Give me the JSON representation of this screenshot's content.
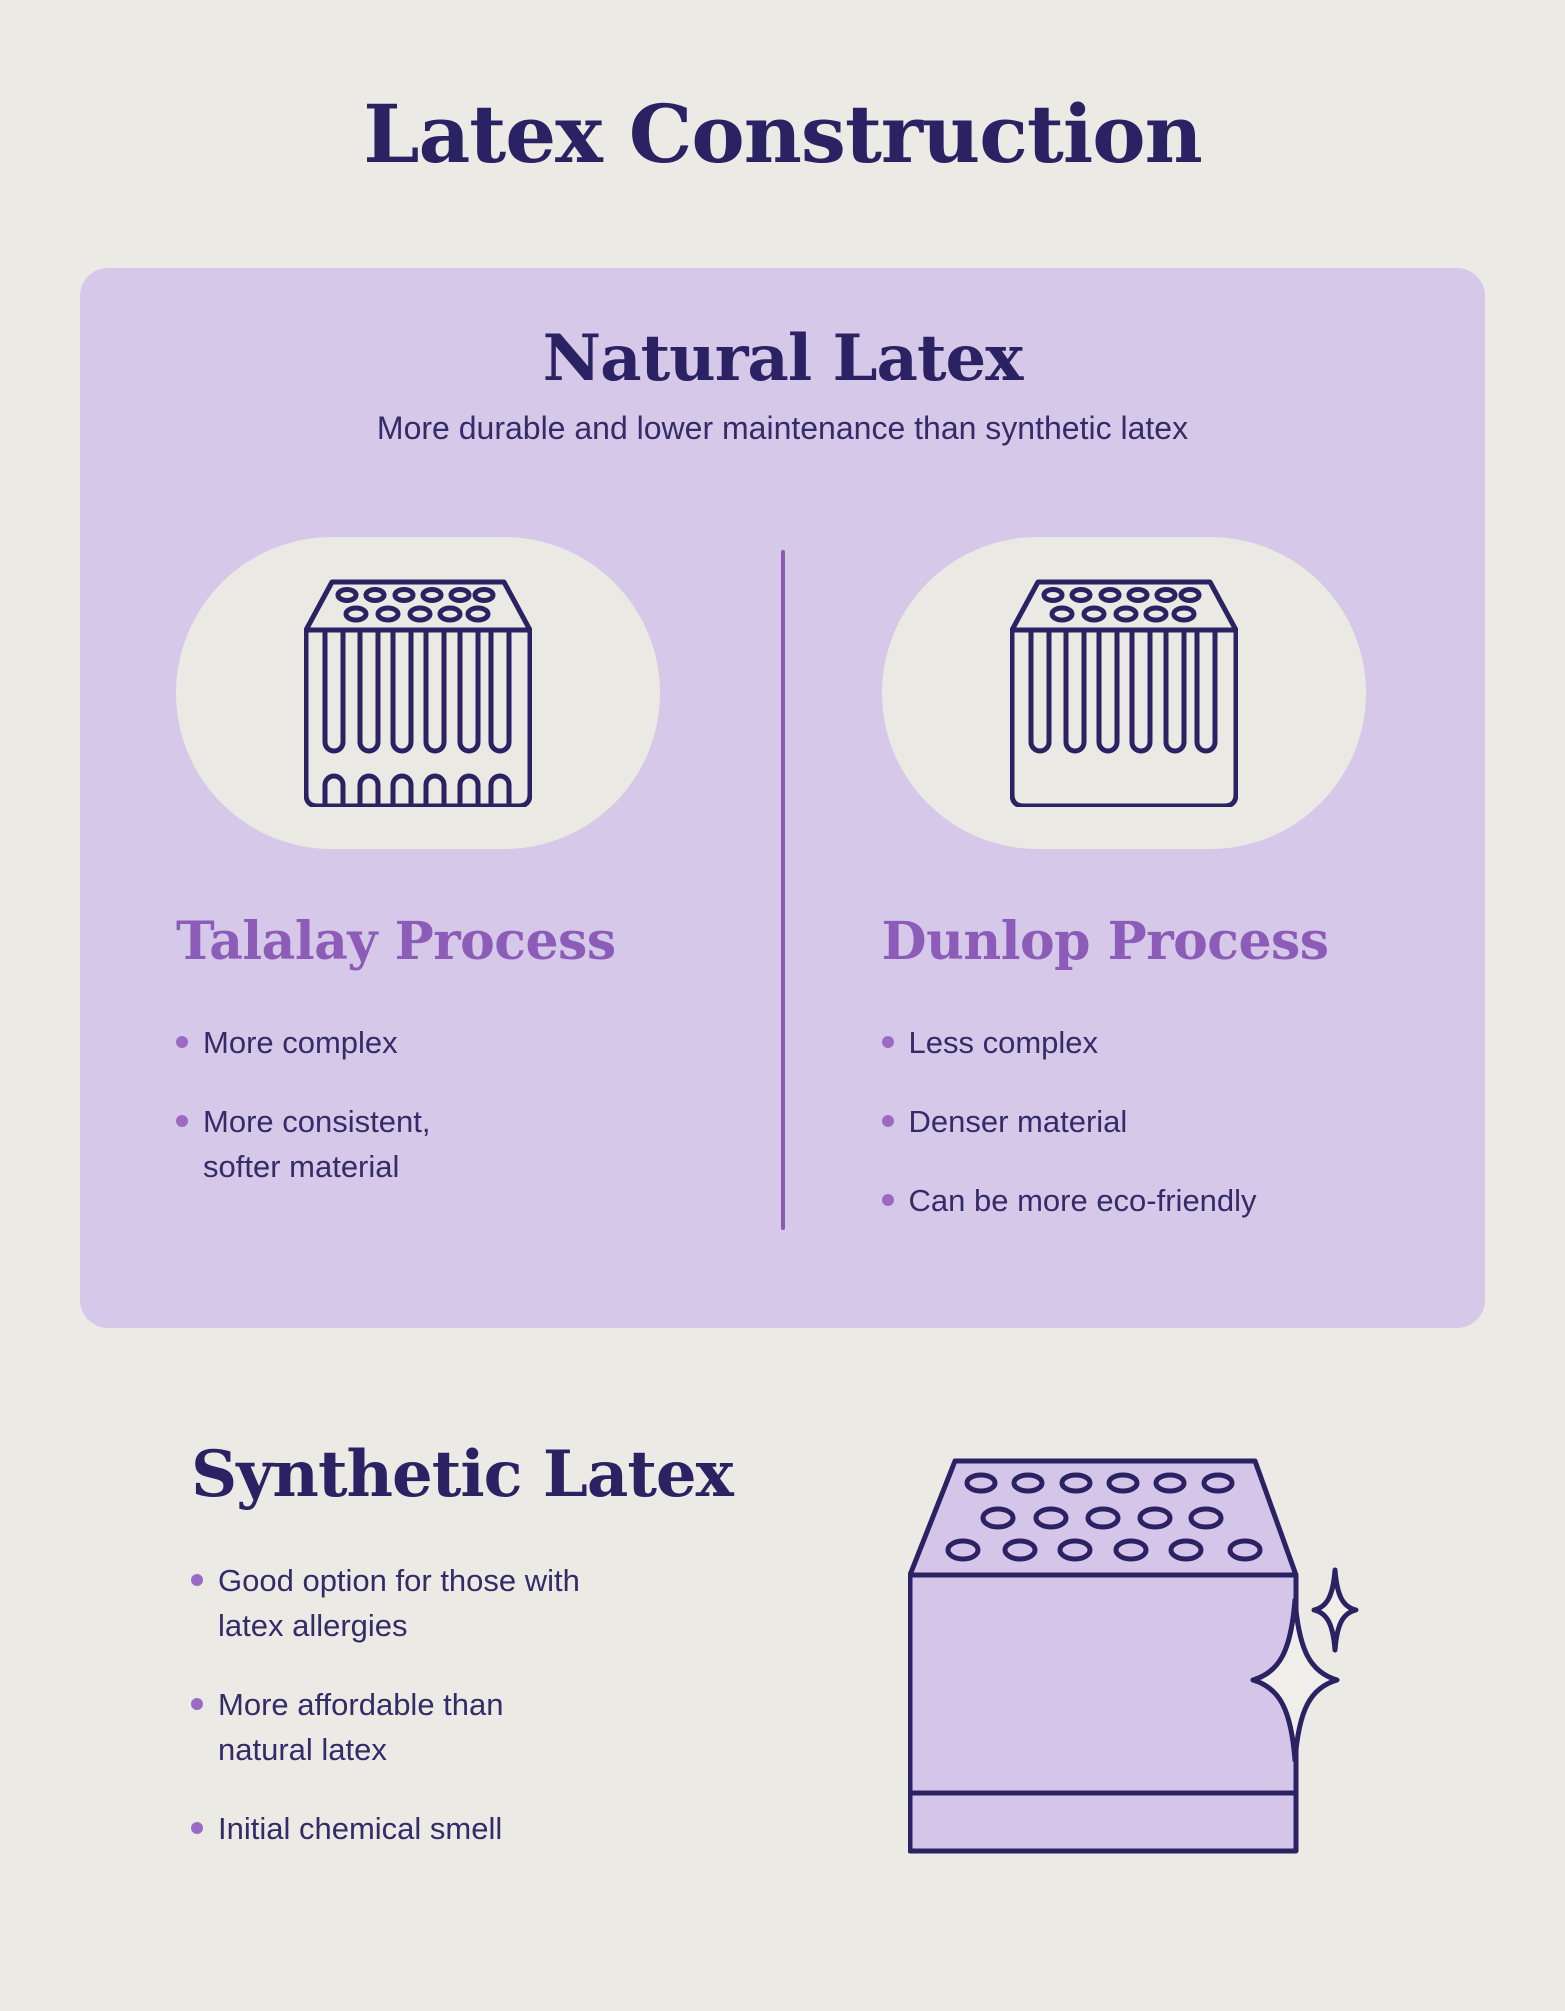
{
  "title": "Latex Construction",
  "colors": {
    "page-bg": "#ECEAE4",
    "panel-bg": "#D6C8E9",
    "ink": "#2A2262",
    "text": "#332C68",
    "accent": "#8C5CB8",
    "bullet-dot": "#9B6BC4",
    "divider": "#8A5BB0",
    "oval-bg": "#EBE9E3",
    "block-fill": "#D5C5E9",
    "sparkle-fill": "#F0EEE8"
  },
  "natural": {
    "heading": "Natural Latex",
    "subtitle": "More durable and lower maintenance than synthetic latex",
    "talalay": {
      "heading": "Talalay Process",
      "bullets": [
        "More complex",
        "More consistent,\nsofter material"
      ]
    },
    "dunlop": {
      "heading": "Dunlop Process",
      "bullets": [
        "Less complex",
        "Denser material",
        "Can be more eco-friendly"
      ]
    }
  },
  "synthetic": {
    "heading": "Synthetic Latex",
    "bullets": [
      "Good option for those with\nlatex allergies",
      "More affordable than\nnatural latex",
      "Initial chemical smell"
    ]
  },
  "icons": {
    "talalay-latex-illustration": "latex-foam-block-cross-section-with-top-and-bottom-pin-cores",
    "dunlop-latex-illustration": "latex-foam-block-cross-section-with-top-pin-cores",
    "synthetic-latex-illustration": "purple-latex-foam-block-with-pinholes",
    "sparkle-icon": "four-point-sparkle"
  }
}
